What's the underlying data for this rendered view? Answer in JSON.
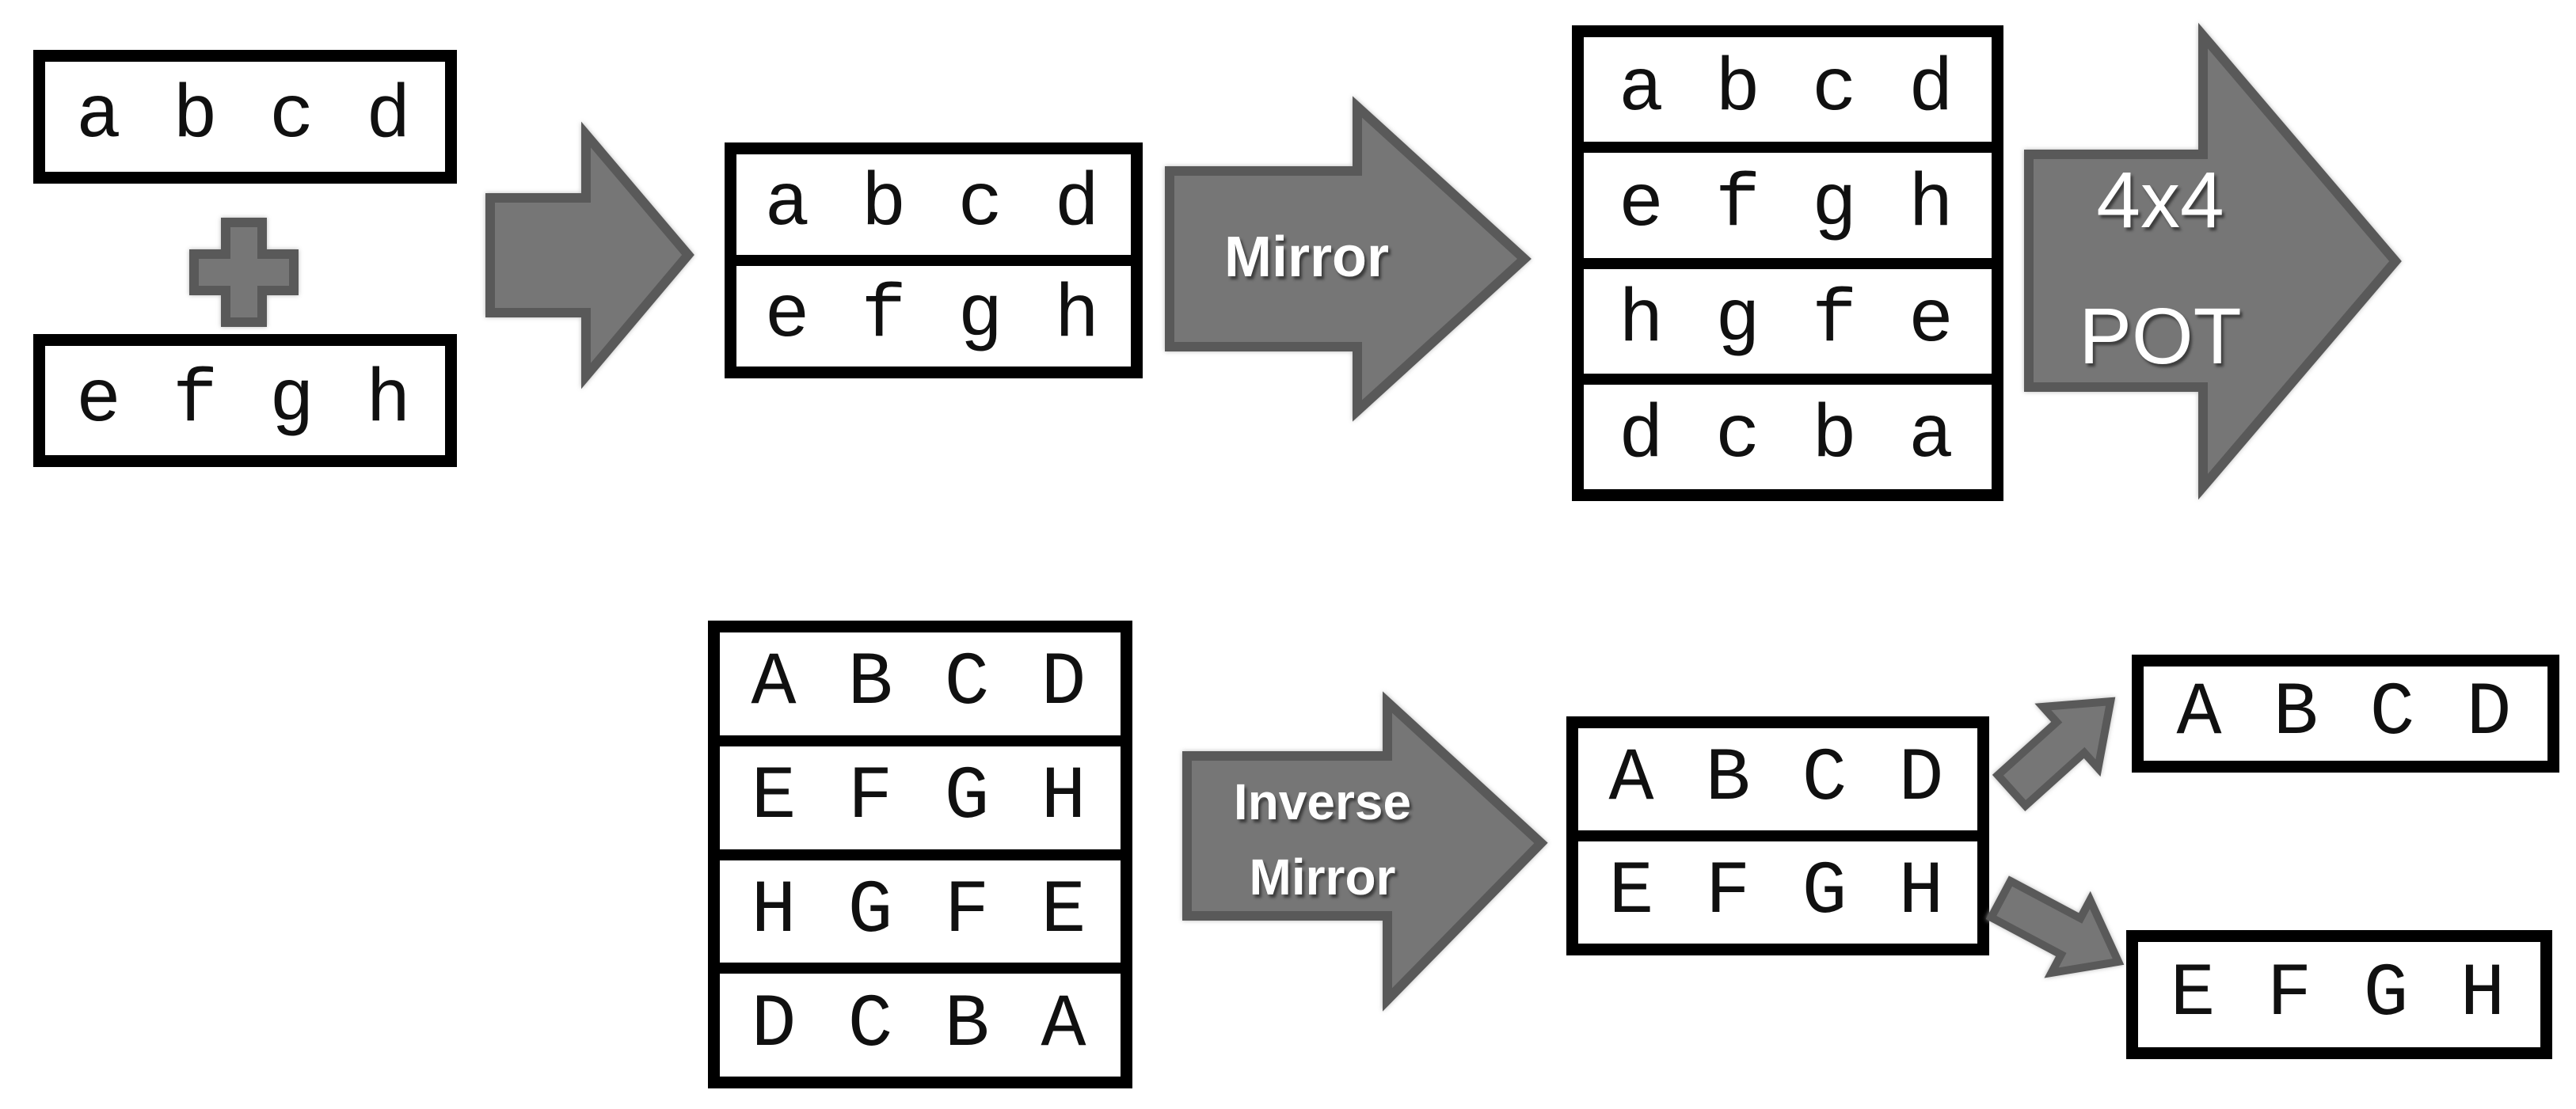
{
  "figure": {
    "description": "Mirroring and inverse-mirroring block diagram",
    "background": "#ffffff"
  },
  "palette": {
    "arrow_fill": "#767676",
    "arrow_border": "#595959",
    "box_border": "#000000",
    "cell_text": "#101010",
    "label_text": "#ffffff"
  },
  "icons": {
    "plus": "plus-icon",
    "flow_arrow": "block-arrow-right-icon",
    "branch_up": "arrow-up-right-icon",
    "branch_down": "arrow-down-right-icon"
  },
  "top_flow": {
    "source_row_a": "a b c d",
    "source_row_b": "e f g h",
    "combined_rows": [
      "a b c d",
      "e f g h"
    ],
    "mirror_label": "Mirror",
    "mirrored_rows": [
      "a b c d",
      "e f g h",
      "h g f e",
      "d c b a"
    ],
    "pot_label_line1": "4x4",
    "pot_label_line2": "POT"
  },
  "bottom_flow": {
    "transform_rows": [
      "A B C D",
      "E F G H",
      "H G F E",
      "D C B A"
    ],
    "inverse_label_line1": "Inverse",
    "inverse_label_line2": "Mirror",
    "demirrored_rows": [
      "A B C D",
      "E F G H"
    ],
    "output_row_a": "A B C D",
    "output_row_b": "E F G H"
  }
}
